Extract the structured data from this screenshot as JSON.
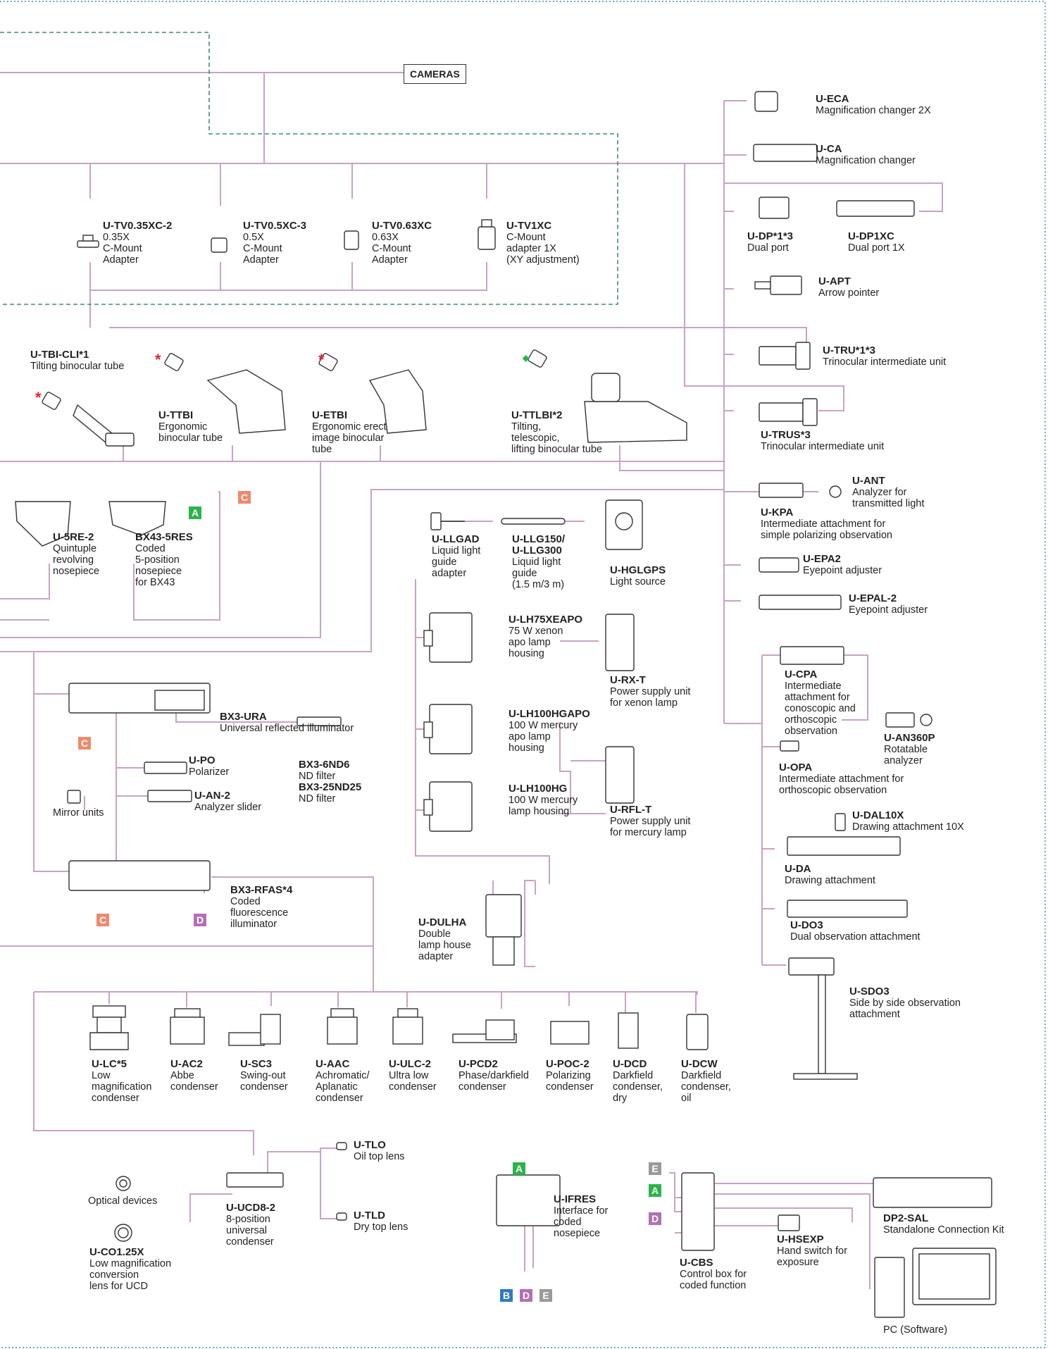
{
  "title_box": "CAMERAS",
  "colors": {
    "line": "#c9a3c3",
    "dash": "#3f8f6f",
    "dotted": "#3f8fb0",
    "A": "#2cb34a",
    "B": "#2e7bc1",
    "C": "#f08a6b",
    "D": "#b370b6",
    "E": "#9a9a9a",
    "star_red": "#e0262e",
    "diamond_green": "#2cb34a"
  },
  "adapters": [
    {
      "code": "U-TV0.35XC-2",
      "desc": "0.35X\nC-Mount\nAdapter"
    },
    {
      "code": "U-TV0.5XC-3",
      "desc": "0.5X\nC-Mount\nAdapter"
    },
    {
      "code": "U-TV0.63XC",
      "desc": "0.63X\nC-Mount\nAdapter"
    },
    {
      "code": "U-TV1XC",
      "desc": "C-Mount\nadapter 1X\n(XY adjustment)"
    }
  ],
  "right_column": [
    {
      "code": "U-ECA",
      "desc": "Magnification changer 2X"
    },
    {
      "code": "U-CA",
      "desc": "Magnification changer"
    },
    {
      "code": "U-DP*1*3",
      "desc": "Dual port"
    },
    {
      "code": "U-DP1XC",
      "desc": "Dual port 1X"
    },
    {
      "code": "U-APT",
      "desc": "Arrow pointer"
    },
    {
      "code": "U-TRU*1*3",
      "desc": "Trinocular intermediate unit"
    },
    {
      "code": "U-TRUS*3",
      "desc": "Trinocular intermediate unit"
    },
    {
      "code": "U-ANT",
      "desc": "Analyzer for\ntransmitted light"
    },
    {
      "code": "U-KPA",
      "desc": "Intermediate attachment for\nsimple polarizing observation"
    },
    {
      "code": "U-EPA2",
      "desc": "Eyepoint adjuster"
    },
    {
      "code": "U-EPAL-2",
      "desc": "Eyepoint adjuster"
    },
    {
      "code": "U-CPA",
      "desc": "Intermediate\nattachment for\nconoscopic and\northoscopic\nobservation"
    },
    {
      "code": "U-AN360P",
      "desc": "Rotatable\nanalyzer"
    },
    {
      "code": "U-OPA",
      "desc": "Intermediate attachment for\northoscopic observation"
    },
    {
      "code": "U-DAL10X",
      "desc": "Drawing attachment 10X"
    },
    {
      "code": "U-DA",
      "desc": "Drawing attachment"
    },
    {
      "code": "U-DO3",
      "desc": "Dual observation attachment"
    },
    {
      "code": "U-SDO3",
      "desc": "Side by side observation\nattachment"
    }
  ],
  "tubes": [
    {
      "code": "U-TBI-CLI*1",
      "desc": "Tilting binocular tube"
    },
    {
      "code": "U-TTBI",
      "desc": "Ergonomic\nbinocular tube"
    },
    {
      "code": "U-ETBI",
      "desc": "Ergonomic erect\nimage binocular\ntube"
    },
    {
      "code": "U-TTLBI*2",
      "desc": "Tilting,\ntelescopic,\nlifting binocular tube"
    }
  ],
  "nosepieces": [
    {
      "code": "U-5RE-2",
      "desc": "Quintuple\nrevolving\nnosepiece"
    },
    {
      "code": "BX43-5RES",
      "desc": "Coded\n5-position\nnosepiece\nfor BX43"
    }
  ],
  "light": [
    {
      "code": "U-LLGAD",
      "desc": "Liquid light\nguide\nadapter"
    },
    {
      "code": "U-LLG150/\nU-LLG300",
      "desc": "Liquid light\nguide\n(1.5 m/3 m)"
    },
    {
      "code": "U-HGLGPS",
      "desc": "Light source"
    },
    {
      "code": "U-LH75XEAPO",
      "desc": "75 W xenon\napo lamp\nhousing"
    },
    {
      "code": "U-RX-T",
      "desc": "Power supply unit\nfor xenon lamp"
    },
    {
      "code": "U-LH100HGAPO",
      "desc": "100 W mercury\napo lamp\nhousing"
    },
    {
      "code": "U-LH100HG",
      "desc": "100 W mercury\nlamp housing"
    },
    {
      "code": "U-RFL-T",
      "desc": "Power supply unit\nfor mercury lamp"
    },
    {
      "code": "U-DULHA",
      "desc": "Double\nlamp house\nadapter"
    }
  ],
  "illuminators": [
    {
      "code": "BX3-URA",
      "desc": "Universal reflected illuminator"
    },
    {
      "code": "U-PO",
      "desc": "Polarizer"
    },
    {
      "code": "BX3-6ND6",
      "desc": "ND filter"
    },
    {
      "code": "BX3-25ND25",
      "desc": "ND filter"
    },
    {
      "code": "",
      "desc": "Mirror units"
    },
    {
      "code": "U-AN-2",
      "desc": "Analyzer slider"
    },
    {
      "code": "BX3-RFAS*4",
      "desc": "Coded\nfluorescence\nilluminator"
    }
  ],
  "condensers": [
    {
      "code": "U-LC*5",
      "desc": "Low\nmagnification\ncondenser"
    },
    {
      "code": "U-AC2",
      "desc": "Abbe\ncondenser"
    },
    {
      "code": "U-SC3",
      "desc": "Swing-out\ncondenser"
    },
    {
      "code": "U-AAC",
      "desc": "Achromatic/\nAplanatic\ncondenser"
    },
    {
      "code": "U-ULC-2",
      "desc": "Ultra low\ncondenser"
    },
    {
      "code": "U-PCD2",
      "desc": "Phase/darkfield\ncondenser"
    },
    {
      "code": "U-POC-2",
      "desc": "Polarizing\ncondenser"
    },
    {
      "code": "U-DCD",
      "desc": "Darkfield\ncondenser,\ndry"
    },
    {
      "code": "U-DCW",
      "desc": "Darkfield\ncondenser,\noil"
    }
  ],
  "bottom": [
    {
      "code": "",
      "desc": "Optical devices"
    },
    {
      "code": "U-CO1.25X",
      "desc": "Low magnification\nconversion\nlens for UCD"
    },
    {
      "code": "U-UCD8-2",
      "desc": "8-position\nuniversal\ncondenser"
    },
    {
      "code": "U-TLO",
      "desc": "Oil top lens"
    },
    {
      "code": "U-TLD",
      "desc": "Dry top lens"
    },
    {
      "code": "U-IFRES",
      "desc": "Interface for\ncoded\nnosepiece"
    },
    {
      "code": "U-CBS",
      "desc": "Control box for\ncoded function"
    },
    {
      "code": "U-HSEXP",
      "desc": "Hand switch for\nexposure"
    },
    {
      "code": "DP2-SAL",
      "desc": "Standalone Connection Kit"
    },
    {
      "code": "",
      "desc": "PC (Software)"
    }
  ],
  "badge_letters": {
    "A": "A",
    "B": "B",
    "C": "C",
    "D": "D",
    "E": "E"
  },
  "marks": {
    "star": "*",
    "diamond": "◆"
  }
}
